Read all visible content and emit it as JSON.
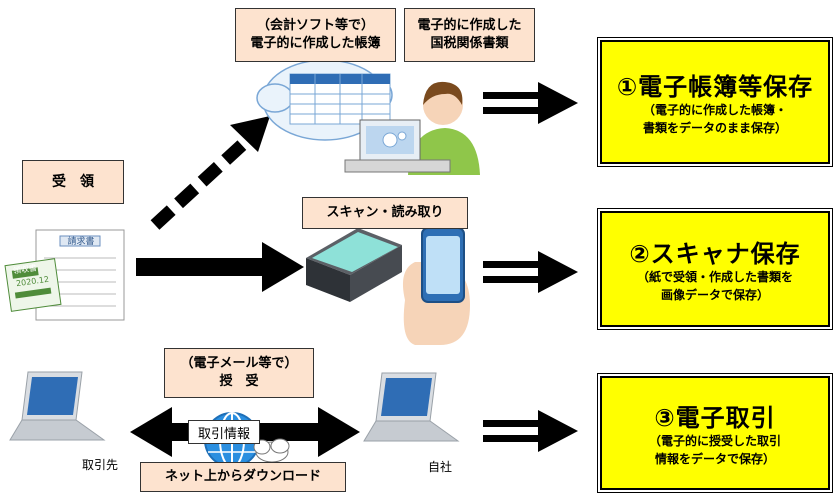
{
  "top": {
    "label_software": [
      "（会計ソフト等で）",
      "電子的に作成した帳簿"
    ],
    "label_documents": [
      "電子的に作成した",
      "国税関係書類"
    ]
  },
  "receipt": {
    "label": "受　領",
    "doc_header": "請求書",
    "doc_small": "領収書",
    "doc_date": "2020.12"
  },
  "scan": {
    "label": "スキャン・読み取り"
  },
  "email": {
    "label": [
      "（電子メール等で）",
      "授　受"
    ],
    "info_label": "取引情報",
    "download_label": "ネット上からダウンロード",
    "partner_label": "取引先",
    "self_label": "自社"
  },
  "boxes": [
    {
      "title": "①電子帳簿等保存",
      "sub": [
        "（電子的に作成した帳簿・",
        "書類をデータのまま保存）"
      ]
    },
    {
      "title": "②スキャナ保存",
      "sub": [
        "（紙で受領・作成した書類を",
        "画像データで保存）"
      ]
    },
    {
      "title": "③電子取引",
      "sub": [
        "（電子的に授受した取引",
        "情報をデータで保存）"
      ]
    }
  ],
  "colors": {
    "peach": "#fde3cf",
    "yellow": "#ffff00",
    "arrow": "#000000",
    "globe": "#2b8fe0"
  }
}
